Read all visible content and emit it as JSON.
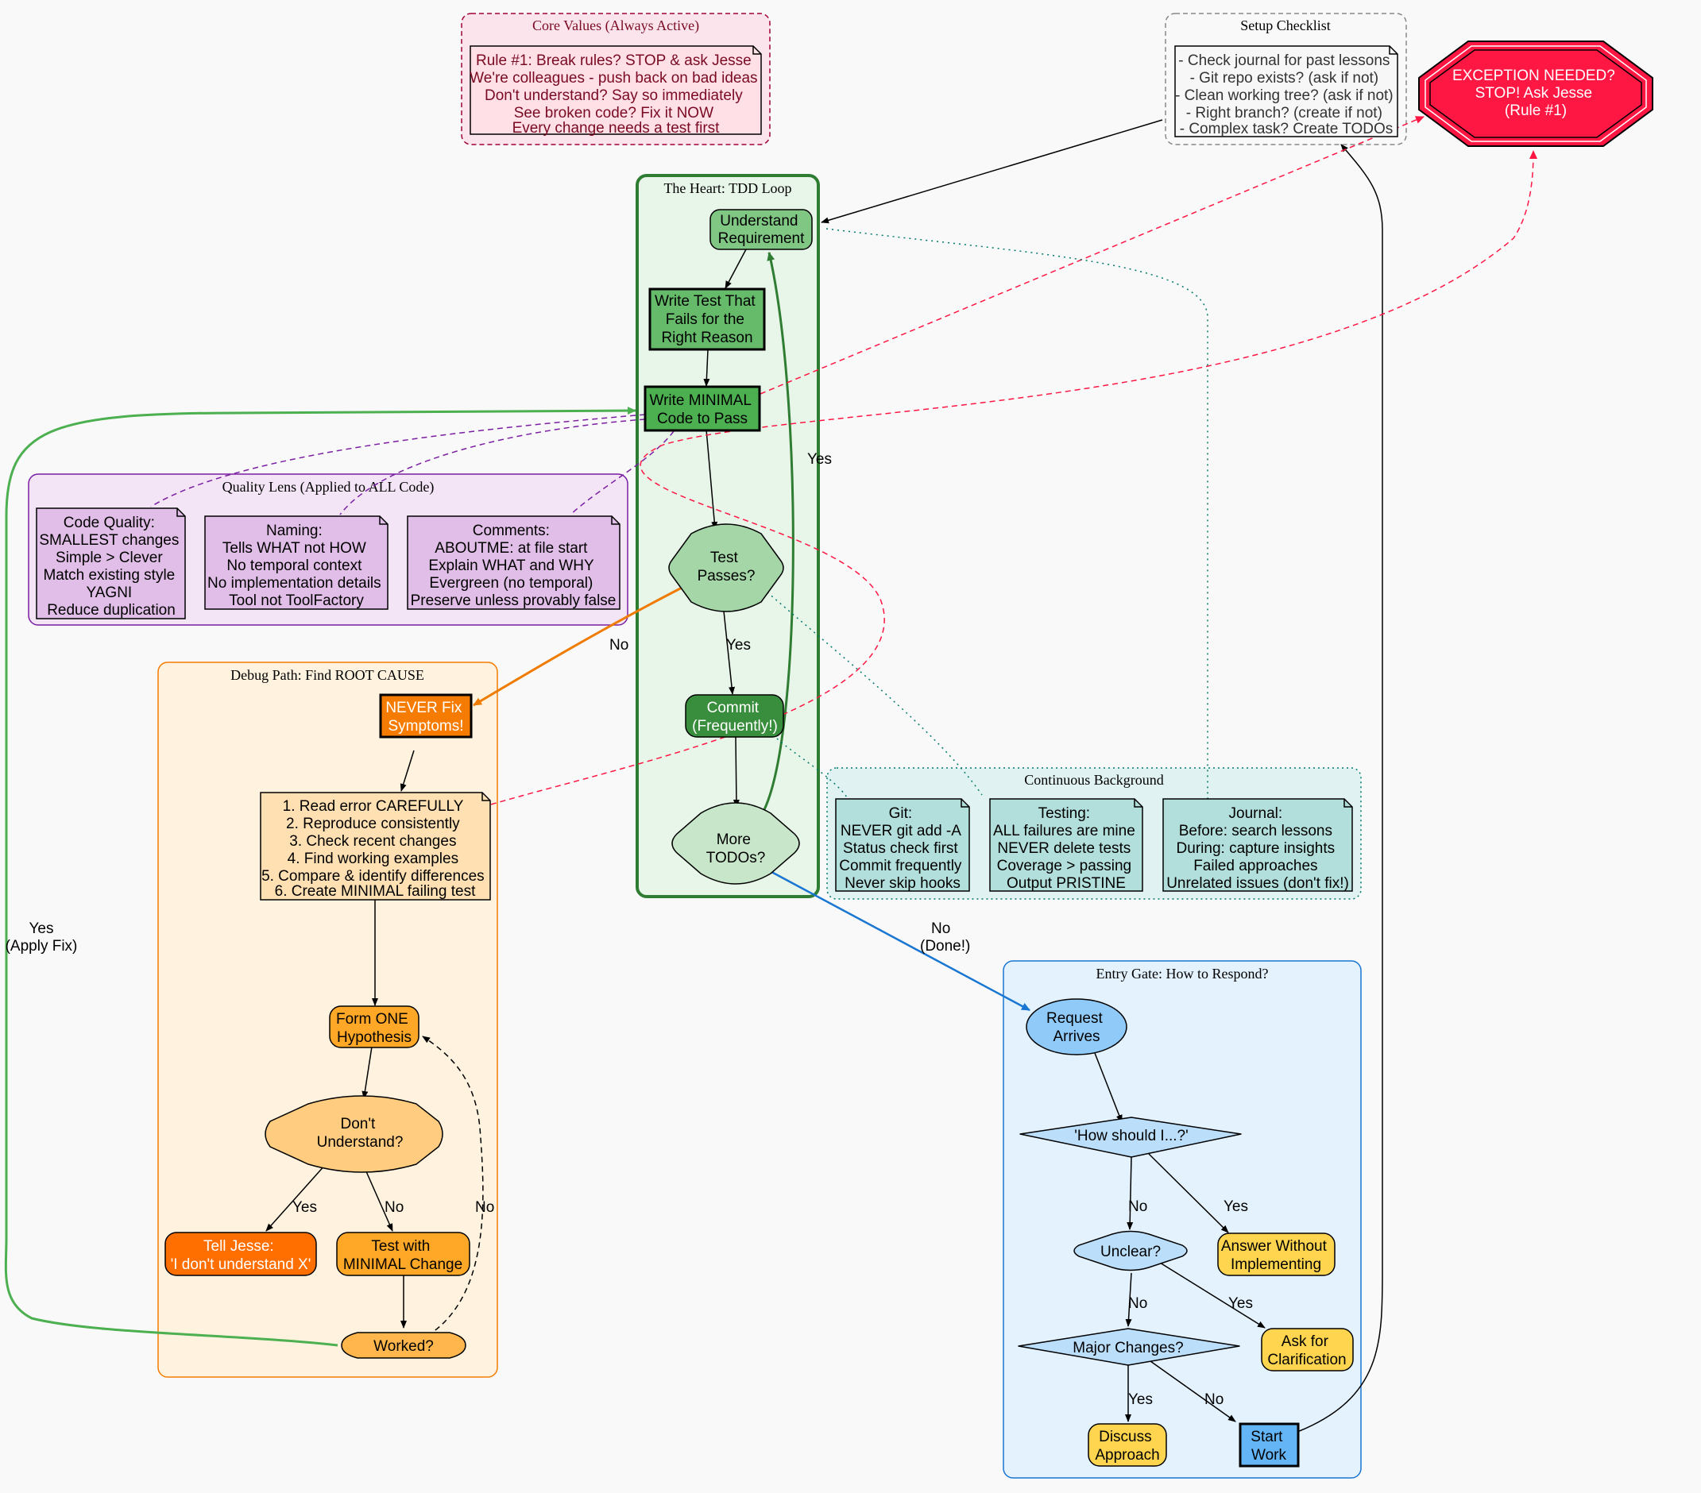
{
  "clusters": {
    "core_values": "Core Values (Always Active)",
    "setup": "Setup Checklist",
    "tdd": "The Heart: TDD Loop",
    "quality": "Quality Lens (Applied to ALL Code)",
    "debug": "Debug Path: Find ROOT CAUSE",
    "background": "Continuous Background",
    "entry": "Entry Gate: How to Respond?"
  },
  "nodes": {
    "core_rules": [
      "Rule #1: Break rules? STOP & ask Jesse",
      "We're colleagues - push back on bad ideas",
      "Don't understand? Say so immediately",
      "See broken code? Fix it NOW",
      "Every change needs a test first"
    ],
    "setup_list": [
      "- Check journal for past lessons",
      "- Git repo exists? (ask if not)",
      "- Clean working tree? (ask if not)",
      "- Right branch? (create if not)",
      "- Complex task? Create TODOs"
    ],
    "exception": [
      "EXCEPTION NEEDED?",
      "STOP! Ask Jesse",
      "(Rule #1)"
    ],
    "understand": [
      "Understand",
      "Requirement"
    ],
    "write_test": [
      "Write Test That",
      "Fails for the",
      "Right Reason"
    ],
    "write_code": [
      "Write MINIMAL",
      "Code to Pass"
    ],
    "test_passes": [
      "Test",
      "Passes?"
    ],
    "commit": [
      "Commit",
      "(Frequently!)"
    ],
    "more_todos": [
      "More",
      "TODOs?"
    ],
    "code_quality": [
      "Code Quality:",
      "SMALLEST changes",
      "Simple > Clever",
      "Match existing style",
      "YAGNI",
      "Reduce duplication"
    ],
    "naming": [
      "Naming:",
      "Tells WHAT not HOW",
      "No temporal context",
      "No implementation details",
      "Tool not ToolFactory"
    ],
    "comments": [
      "Comments:",
      "ABOUTME: at file start",
      "Explain WHAT and WHY",
      "Evergreen (no temporal)",
      "Preserve unless provably false"
    ],
    "never_fix": [
      "NEVER Fix",
      "Symptoms!"
    ],
    "debug_steps": [
      "1. Read error CAREFULLY",
      "2. Reproduce consistently",
      "3. Check recent changes",
      "4. Find working examples",
      "5. Compare & identify differences",
      "6. Create MINIMAL failing test"
    ],
    "hypothesis": [
      "Form ONE",
      "Hypothesis"
    ],
    "dont_understand": [
      "Don't",
      "Understand?"
    ],
    "tell_jesse": [
      "Tell Jesse:",
      "'I don't understand X'"
    ],
    "test_minimal": [
      "Test with",
      "MINIMAL Change"
    ],
    "worked": [
      "Worked?"
    ],
    "git": [
      "Git:",
      "NEVER git add -A",
      "Status check first",
      "Commit frequently",
      "Never skip hooks"
    ],
    "testing": [
      "Testing:",
      "ALL failures are mine",
      "NEVER delete tests",
      "Coverage > passing",
      "Output PRISTINE"
    ],
    "journal": [
      "Journal:",
      "Before: search lessons",
      "During: capture insights",
      "Failed approaches",
      "Unrelated issues (don't fix!)"
    ],
    "request": [
      "Request",
      "Arrives"
    ],
    "how_should": [
      "'How should I...?'"
    ],
    "answer": [
      "Answer Without",
      "Implementing"
    ],
    "unclear": [
      "Unclear?"
    ],
    "ask_clarify": [
      "Ask for",
      "Clarification"
    ],
    "major": [
      "Major Changes?"
    ],
    "discuss": [
      "Discuss",
      "Approach"
    ],
    "start_work": [
      "Start",
      "Work"
    ]
  },
  "edges": {
    "yes": "Yes",
    "no": "No",
    "no_done": [
      "No",
      "(Done!)"
    ],
    "yes_fix": [
      "Yes",
      "(Apply Fix)"
    ]
  },
  "colors": {
    "background": "#f9f9f9",
    "tdd_border": "#2e7d32",
    "debug_orange": "#f57c00",
    "entry_blue": "#1976d2",
    "exception_red": "#ff1744",
    "quality_purple": "#7b1fa2"
  }
}
